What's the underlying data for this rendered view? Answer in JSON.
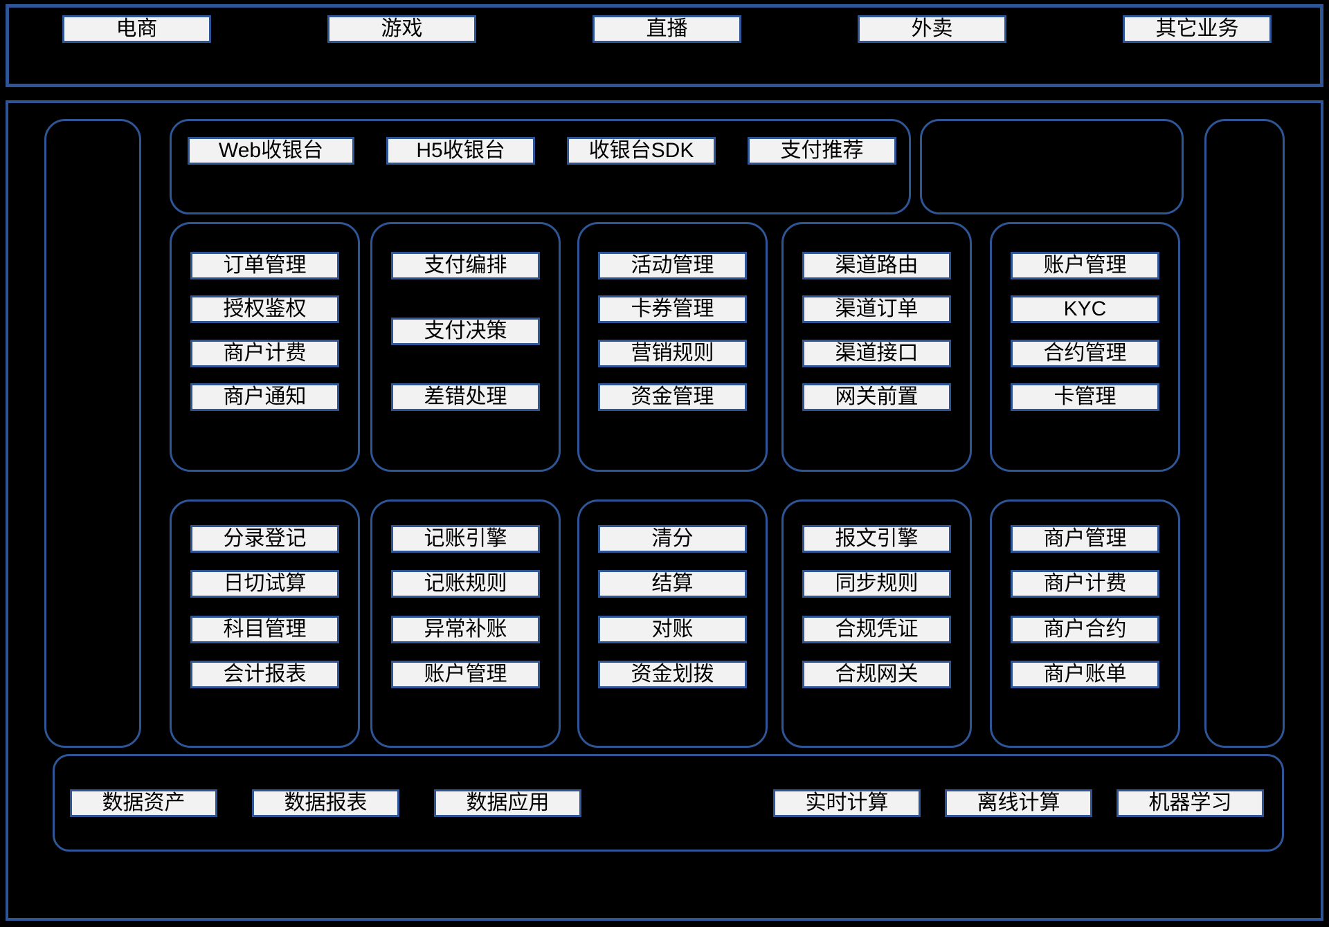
{
  "colors": {
    "background": "#000000",
    "border_blue": "#2E5596",
    "chip_bg": "#F2F2F2",
    "chip_text": "#000000"
  },
  "top_bar": {
    "items": [
      "电商",
      "游戏",
      "直播",
      "外卖",
      "其它业务"
    ]
  },
  "access_layer": {
    "items": [
      "Web收银台",
      "H5收银台",
      "收银台SDK",
      "支付推荐"
    ]
  },
  "row1": [
    {
      "items": [
        "订单管理",
        "授权鉴权",
        "商户计费",
        "商户通知"
      ]
    },
    {
      "items": [
        "支付编排",
        "支付决策",
        "差错处理"
      ]
    },
    {
      "items": [
        "活动管理",
        "卡券管理",
        "营销规则",
        "资金管理"
      ]
    },
    {
      "items": [
        "渠道路由",
        "渠道订单",
        "渠道接口",
        "网关前置"
      ]
    },
    {
      "items": [
        "账户管理",
        "KYC",
        "合约管理",
        "卡管理"
      ]
    }
  ],
  "row2": [
    {
      "items": [
        "分录登记",
        "日切试算",
        "科目管理",
        "会计报表"
      ]
    },
    {
      "items": [
        "记账引擎",
        "记账规则",
        "异常补账",
        "账户管理"
      ]
    },
    {
      "items": [
        "清分",
        "结算",
        "对账",
        "资金划拨"
      ]
    },
    {
      "items": [
        "报文引擎",
        "同步规则",
        "合规凭证",
        "合规网关"
      ]
    },
    {
      "items": [
        "商户管理",
        "商户计费",
        "商户合约",
        "商户账单"
      ]
    }
  ],
  "data_bar": {
    "left_items": [
      "数据资产",
      "数据报表",
      "数据应用"
    ],
    "right_items": [
      "实时计算",
      "离线计算",
      "机器学习"
    ]
  }
}
